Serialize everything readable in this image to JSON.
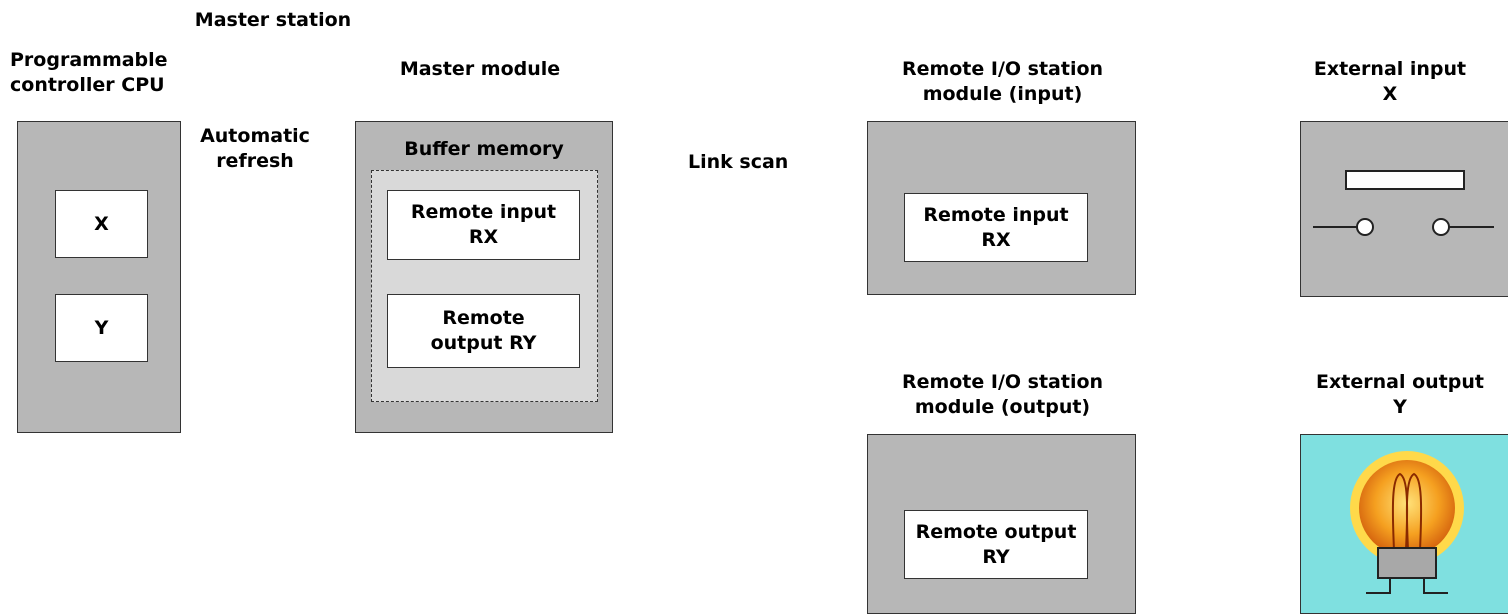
{
  "master_station": {
    "title": "Master station",
    "cpu_label": "Programmable\ncontroller CPU",
    "cpu_x": "X",
    "cpu_y": "Y",
    "auto_refresh": "Automatic\nrefresh",
    "master_module_label": "Master module",
    "buffer_memory": "Buffer memory",
    "remote_input": "Remote input\nRX",
    "remote_output": "Remote\noutput RY"
  },
  "link_scan": "Link scan",
  "remote_input_station": {
    "label": "Remote I/O station\nmodule (input)",
    "content": "Remote input\nRX"
  },
  "remote_output_station": {
    "label": "Remote I/O station\nmodule (output)",
    "content": "Remote output\nRY"
  },
  "external_input": {
    "label": "External input\nX",
    "icon": "push-switch-icon"
  },
  "external_output": {
    "label": "External output\nY",
    "icon": "lamp-icon"
  },
  "colors": {
    "module_gray": "#b7b7b7",
    "buffer_gray": "#d9d9d9",
    "lamp_background": "#7fe0e0",
    "lamp_glow": "#f08a1a"
  }
}
